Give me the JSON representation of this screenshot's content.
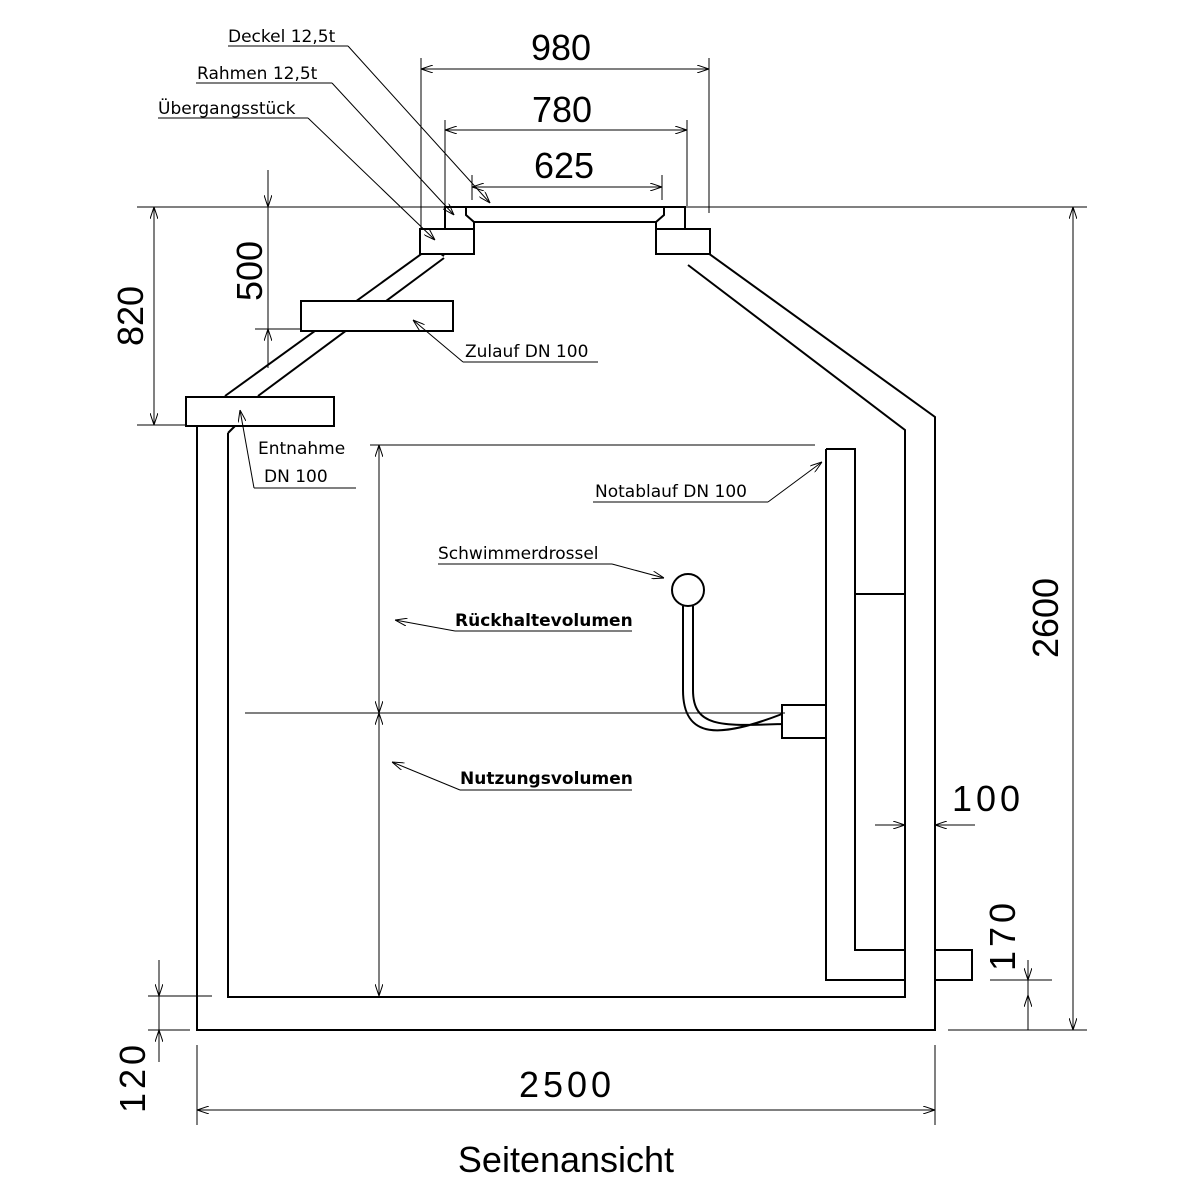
{
  "title": "Seitenansicht",
  "labels": {
    "deckel": "Deckel 12,5t",
    "rahmen": "Rahmen 12,5t",
    "uebergang": "Übergangsstück",
    "zulauf": "Zulauf DN 100",
    "entnahme_1": "Entnahme",
    "entnahme_2": "DN 100",
    "notablauf": "Notablauf DN 100",
    "schwimmer": "Schwimmerdrossel",
    "rueckhalte": "Rückhaltevolumen",
    "nutzung": "Nutzungsvolumen"
  },
  "dimensions": {
    "d980": "980",
    "d780": "780",
    "d625": "625",
    "d820": "820",
    "d500": "500",
    "d2600": "2600",
    "d100": "100",
    "d170": "170",
    "d120": "120",
    "d2500": "2500"
  }
}
